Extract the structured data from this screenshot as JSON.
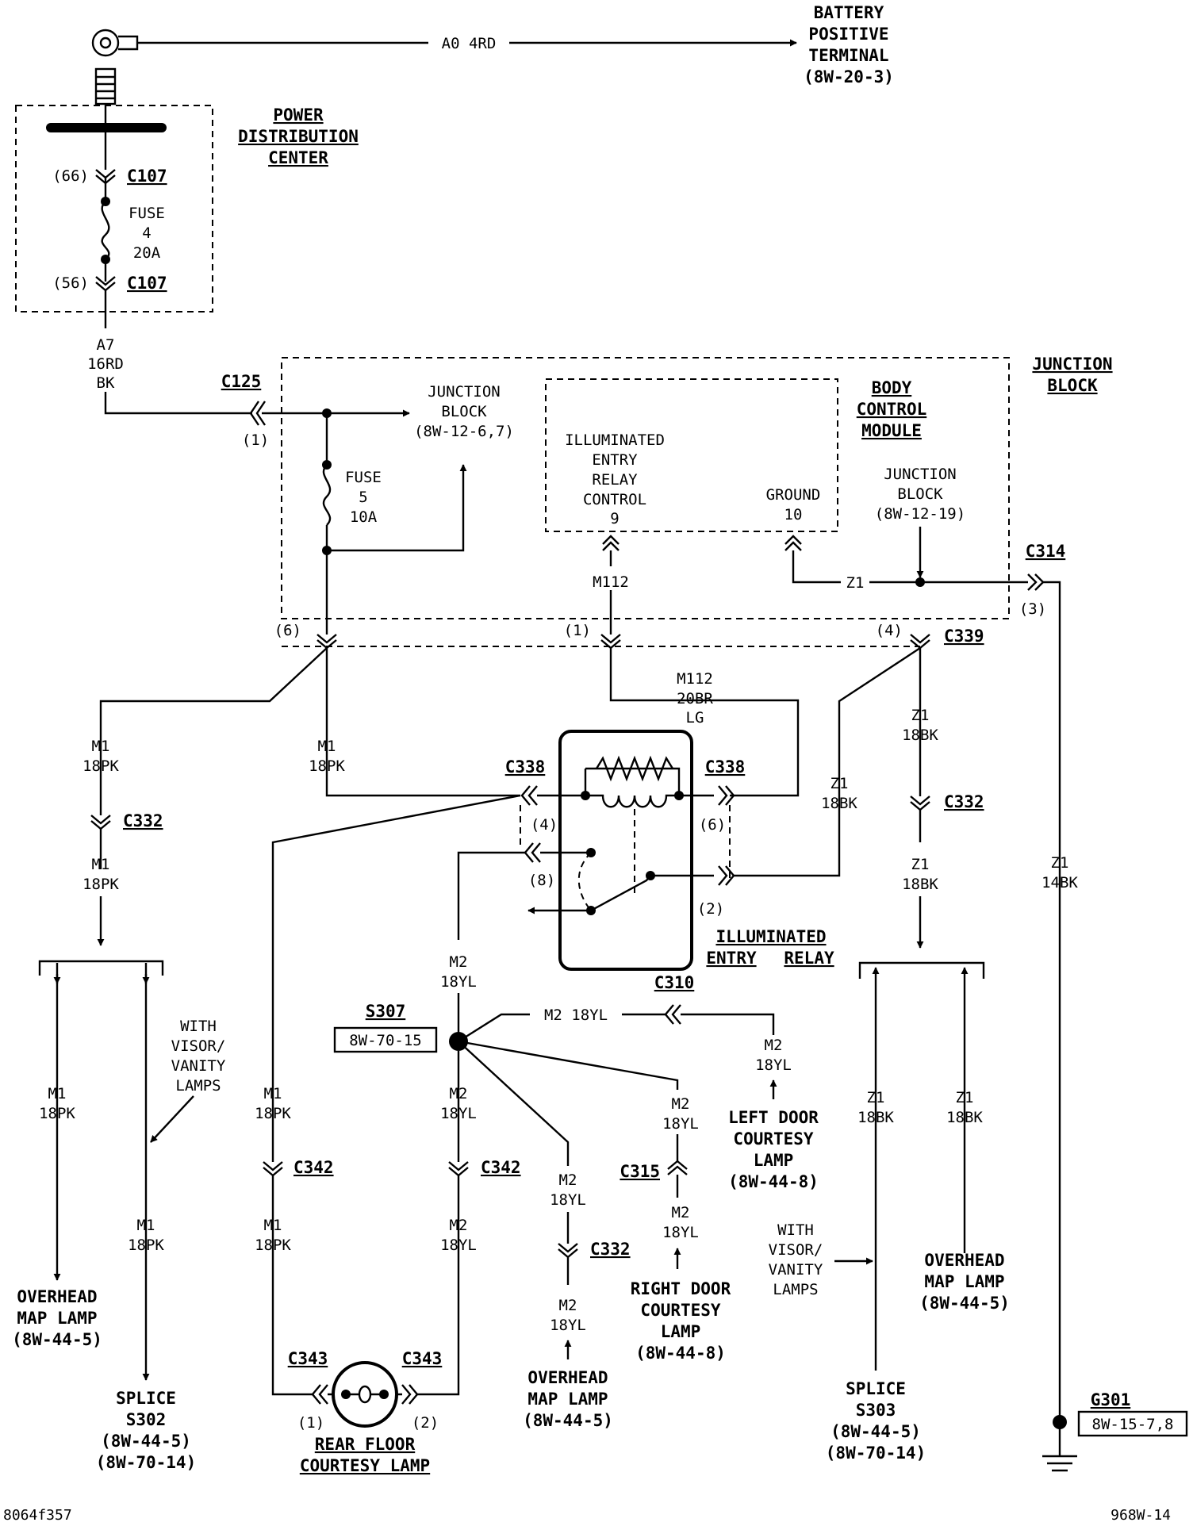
{
  "battery": {
    "line1": "BATTERY",
    "line2": "POSITIVE",
    "line3": "TERMINAL",
    "ref": "(8W-20-3)",
    "wire": "A0 4RD"
  },
  "pdc": {
    "line1": "POWER",
    "line2": "DISTRIBUTION",
    "line3": "CENTER",
    "pin_top": "(66)",
    "pin_bottom": "(56)",
    "conn": "C107",
    "fuse": {
      "l1": "FUSE",
      "l2": "4",
      "l3": "20A"
    }
  },
  "feed": {
    "l1": "A7",
    "l2": "16RD",
    "l3": "BK"
  },
  "c125": {
    "name": "C125",
    "pin": "(1)"
  },
  "jb_feed": {
    "l1": "JUNCTION",
    "l2": "BLOCK",
    "l3": "(8W-12-6,7)"
  },
  "fuse5": {
    "l1": "FUSE",
    "l2": "5",
    "l3": "10A"
  },
  "bcm": {
    "l1": "BODY",
    "l2": "CONTROL",
    "l3": "MODULE",
    "ctrl": {
      "l1": "ILLUMINATED",
      "l2": "ENTRY",
      "l3": "RELAY",
      "l4": "CONTROL",
      "l5": "9"
    },
    "gnd": {
      "l1": "GROUND",
      "l2": "10"
    }
  },
  "jb": {
    "l1": "JUNCTION",
    "l2": "BLOCK"
  },
  "jb_ground": {
    "l1": "JUNCTION",
    "l2": "BLOCK",
    "l3": "(8W-12-19)"
  },
  "wires": {
    "m112": "M112",
    "z1": "Z1",
    "m112_full": {
      "l1": "M112",
      "l2": "20BR",
      "l3": "LG"
    },
    "m1": "M1",
    "pk18": "18PK",
    "m2": "M2",
    "yl18": "18YL",
    "bk18": "18BK",
    "bk14": "14BK",
    "m2_18yl": "M2 18YL"
  },
  "pins": {
    "p6": "(6)",
    "p1": "(1)",
    "p4": "(4)",
    "p3": "(3)",
    "p8": "(8)",
    "p2": "(2)"
  },
  "conns": {
    "c314": "C314",
    "c339": "C339",
    "c338": "C338",
    "c332": "C332",
    "c310": "C310",
    "c342": "C342",
    "c315": "C315",
    "c343": "C343"
  },
  "relay": {
    "l1": "ILLUMINATED",
    "l2": "ENTRY",
    "l3": "RELAY"
  },
  "splice": {
    "s307": "S307",
    "s307_ref": "8W-70-15"
  },
  "loads": {
    "overhead": {
      "l1": "OVERHEAD",
      "l2": "MAP LAMP",
      "ref": "(8W-44-5)"
    },
    "s302": {
      "l1": "SPLICE",
      "l2": "S302",
      "r1": "(8W-44-5)",
      "r2": "(8W-70-14)"
    },
    "s303": {
      "l1": "SPLICE",
      "l2": "S303",
      "r1": "(8W-44-5)",
      "r2": "(8W-70-14)"
    },
    "rear": {
      "l1": "REAR FLOOR",
      "l2": "COURTESY LAMP"
    },
    "left_door": {
      "l1": "LEFT DOOR",
      "l2": "COURTESY",
      "l3": "LAMP",
      "ref": "(8W-44-8)"
    },
    "right_door": {
      "l1": "RIGHT DOOR",
      "l2": "COURTESY",
      "l3": "LAMP",
      "ref": "(8W-44-8)"
    }
  },
  "visor": {
    "l1": "WITH",
    "l2": "VISOR/",
    "l3": "VANITY",
    "l4": "LAMPS"
  },
  "ground": {
    "name": "G301",
    "ref": "8W-15-7,8"
  },
  "footer": {
    "left": "8064f357",
    "right": "968W-14"
  }
}
